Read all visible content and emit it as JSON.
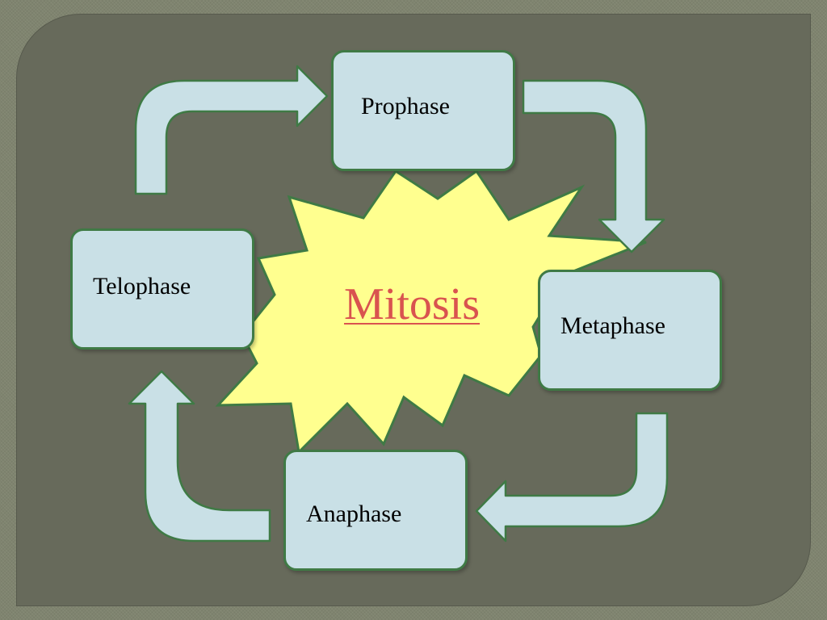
{
  "diagram": {
    "center_label": "Mitosis",
    "phases": {
      "prophase": "Prophase",
      "metaphase": "Metaphase",
      "anaphase": "Anaphase",
      "telophase": "Telophase"
    }
  },
  "colors": {
    "frame": "#7f846f",
    "slide_background": "#676a5b",
    "box_fill": "#c9e0e6",
    "box_border": "#3f7a45",
    "arrow_fill": "#c9e0e6",
    "burst_fill": "#ffff8f",
    "center_text": "#d9534f"
  }
}
